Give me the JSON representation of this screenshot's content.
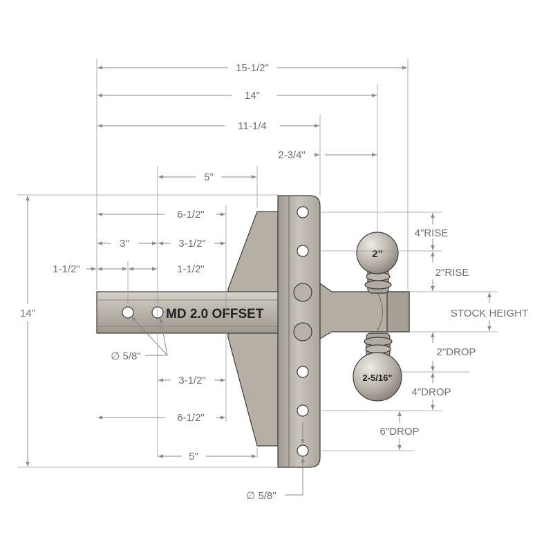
{
  "colors": {
    "steel_light": "#c8c3bb",
    "steel_mid": "#a9a39a",
    "steel_dark": "#7f7a72",
    "outline": "#3a3a3a",
    "dimension": "#8a8a8a",
    "dimension_text": "#6f6f6f"
  },
  "product": {
    "shank_label": "MD 2.0 OFFSET",
    "ball_upper": "2\"",
    "ball_lower": "2-5/16\""
  },
  "dimensions": {
    "top_overall": "15-1/2\"",
    "top_14": "14\"",
    "top_11": "11-1/4",
    "top_2_3_4": "2-3/4\"",
    "upper_5": "5\"",
    "upper_6_1_2": "6-1/2\"",
    "upper_3": "3\"",
    "upper_3_1_2": "3-1/2\"",
    "upper_1_1_2_left": "1-1/2\"",
    "upper_1_1_2_right": "1-1/2\"",
    "left_14": "14\"",
    "pin_hole": "∅ 5/8\"",
    "lower_3_1_2": "3-1/2\"",
    "lower_6_1_2": "6-1/2\"",
    "lower_5": "5\"",
    "bottom_hole": "∅ 5/8\""
  },
  "callouts": {
    "rise_4": "4\"RISE",
    "rise_2": "2\"RISE",
    "stock_height": "STOCK HEIGHT",
    "drop_2": "2\"DROP",
    "drop_4": "4\"DROP",
    "drop_6": "6\"DROP"
  }
}
